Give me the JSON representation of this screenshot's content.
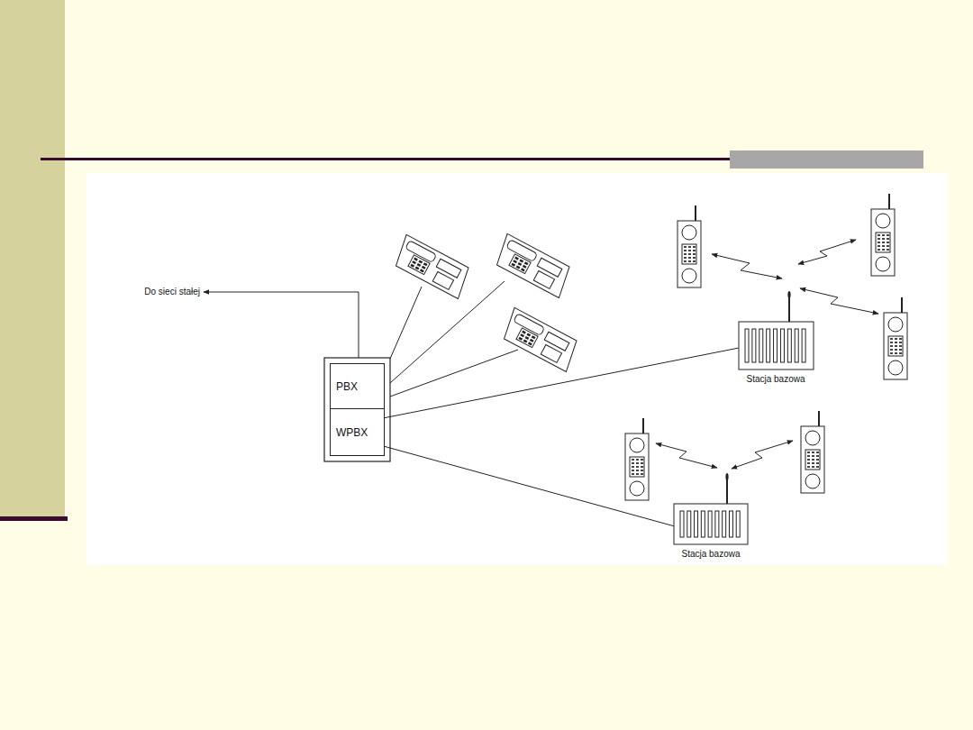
{
  "diagram": {
    "nodes": [
      {
        "text": [
          "PBX"
        ]
      },
      {
        "text": [
          "WPBX"
        ]
      },
      {
        "text": [
          "Stacja bazowa"
        ]
      },
      {
        "text": [
          "Stacja bazowa"
        ]
      }
    ],
    "edges": [
      {
        "from": 1,
        "to": 2,
        "arrow": "none"
      },
      {
        "from": 1,
        "to": 3,
        "arrow": "none"
      }
    ],
    "labels": [
      "Do sieci stałej"
    ]
  }
}
